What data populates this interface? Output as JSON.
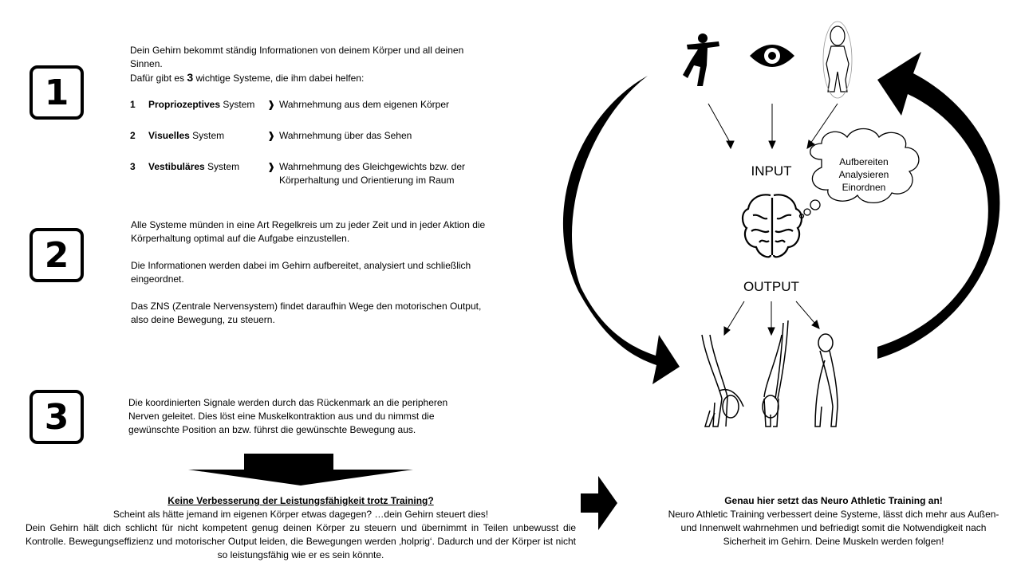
{
  "step1": {
    "number": "1",
    "intro_line1": "Dein Gehirn bekommt ständig Informationen von deinem Körper und all deinen",
    "intro_line2": "Sinnen.",
    "intro_line3_pre": "Dafür gibt es ",
    "intro_line3_num": "3",
    "intro_line3_post": " wichtige Systeme, die ihm dabei helfen:",
    "systems": [
      {
        "num": "1",
        "name": "Propriozeptives",
        "suffix": " System",
        "arrow": "❱",
        "desc": "Wahrnehmung aus dem eigenen Körper"
      },
      {
        "num": "2",
        "name": "Visuelles",
        "suffix": " System",
        "arrow": "❱",
        "desc": "Wahrnehmung über das Sehen"
      },
      {
        "num": "3",
        "name": "Vestibuläres",
        "suffix": " System",
        "arrow": "❱",
        "desc": "Wahrnehmung des Gleichgewichts bzw. der Körperhaltung und Orientierung im Raum"
      }
    ]
  },
  "step2": {
    "number": "2",
    "p1": "Alle Systeme münden in eine Art Regelkreis um zu jeder Zeit und in jeder Aktion die Körperhaltung optimal auf die Aufgabe einzustellen.",
    "p2": "Die Informationen werden dabei im Gehirn aufbereitet, analysiert und schließlich eingeordnet.",
    "p3": "Das ZNS (Zentrale Nervensystem) findet daraufhin Wege den motorischen Output, also deine Bewegung, zu steuern."
  },
  "step3": {
    "number": "3",
    "p1": "Die koordinierten Signale werden durch das Rückenmark an die peripheren Nerven geleitet. Dies löst eine Muskelkontraktion aus und du nimmst die gewünschte Position an bzw. führst die gewünschte Bewegung aus."
  },
  "bottom_left": {
    "title": "Keine Verbesserung der Leistungsfähigkeit trotz Training?",
    "line1": "Scheint als hätte jemand im eigenen Körper etwas dagegen? …dein Gehirn steuert dies!",
    "body": "Dein Gehirn hält dich schlicht für nicht kompetent genug deinen Körper zu steuern und übernimmt in Teilen unbewusst die Kontrolle. Bewegungseffizienz und motorischer Output leiden, die Bewegungen werden ‚holprig‘. Dadurch und der Körper ist nicht so leistungsfähig wie er es sein könnte."
  },
  "bottom_right": {
    "title": "Genau hier setzt das Neuro Athletic Training an!",
    "body": "Neuro Athletic Training verbessert deine Systeme, lässt dich mehr aus Außen- und Innenwelt wahrnehmen und befriedigt somit die Notwendigkeit nach Sicherheit im Gehirn. Deine Muskeln werden folgen!"
  },
  "diagram": {
    "input_label": "INPUT",
    "output_label": "OUTPUT",
    "thought": [
      "Aufbereiten",
      "Analysieren",
      "Einordnen"
    ],
    "icons": [
      "balance-figure-icon",
      "eye-icon",
      "body-outline-icon",
      "brain-icon",
      "yoga-figure-icon"
    ]
  }
}
